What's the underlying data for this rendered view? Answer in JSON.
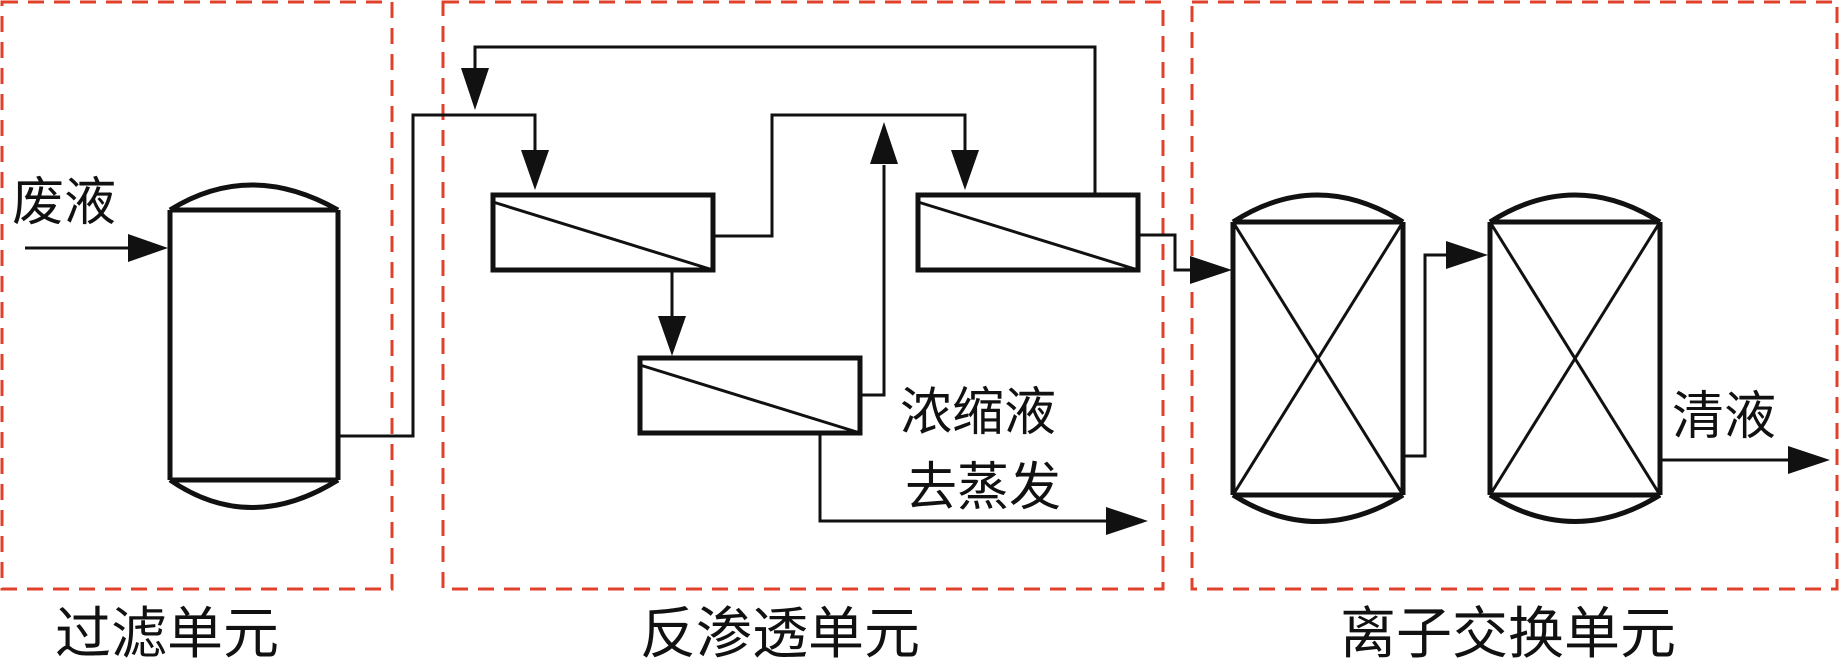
{
  "units": {
    "filter": "过滤单元",
    "ro": "反渗透单元",
    "ion_exchange": "离子交换单元"
  },
  "streams": {
    "inlet": "废液",
    "concentrate_line1": "浓缩液",
    "concentrate_line2": "去蒸发",
    "clear": "清液"
  },
  "colors": {
    "unit_border": "#e0412b",
    "line": "#111111"
  }
}
